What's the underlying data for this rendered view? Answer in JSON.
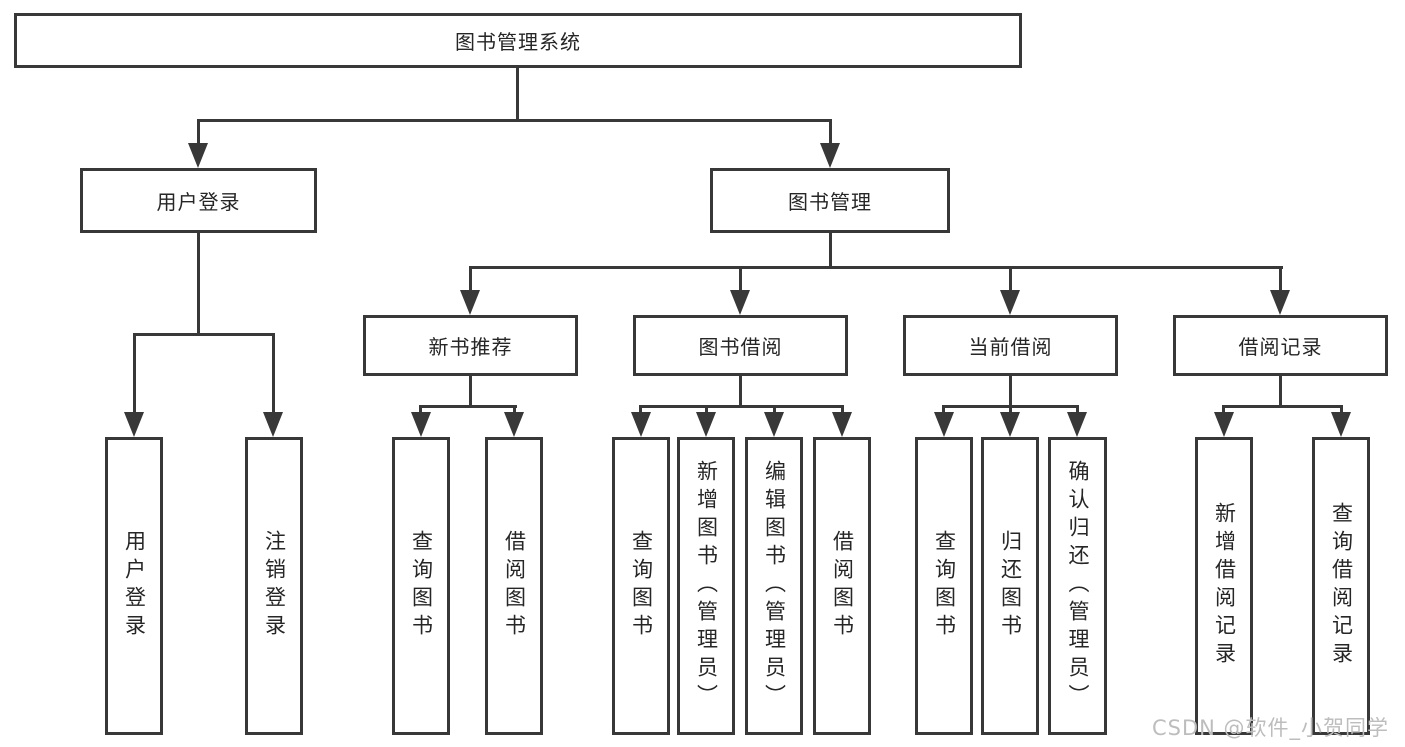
{
  "diagram": {
    "type": "tree",
    "tree": {
      "label": "图书管理系统",
      "children": [
        {
          "label": "用户登录",
          "children": [
            {
              "label": "用户登录"
            },
            {
              "label": "注销登录"
            }
          ]
        },
        {
          "label": "图书管理",
          "children": [
            {
              "label": "新书推荐",
              "children": [
                {
                  "label": "查询图书"
                },
                {
                  "label": "借阅图书"
                }
              ]
            },
            {
              "label": "图书借阅",
              "children": [
                {
                  "label": "查询图书"
                },
                {
                  "label": "新增图书（管理员）"
                },
                {
                  "label": "编辑图书（管理员）"
                },
                {
                  "label": "借阅图书"
                }
              ]
            },
            {
              "label": "当前借阅",
              "children": [
                {
                  "label": "查询图书"
                },
                {
                  "label": "归还图书"
                },
                {
                  "label": "确认归还（管理员）"
                }
              ]
            },
            {
              "label": "借阅记录",
              "children": [
                {
                  "label": "新增借阅记录"
                },
                {
                  "label": "查询借阅记录"
                }
              ]
            }
          ]
        }
      ]
    }
  },
  "watermark": {
    "text": "CSDN @软件_小贺同学"
  },
  "colors": {
    "line": "#383838",
    "text": "#262626",
    "watermark": "#bdbdbd",
    "background": "#ffffff"
  }
}
